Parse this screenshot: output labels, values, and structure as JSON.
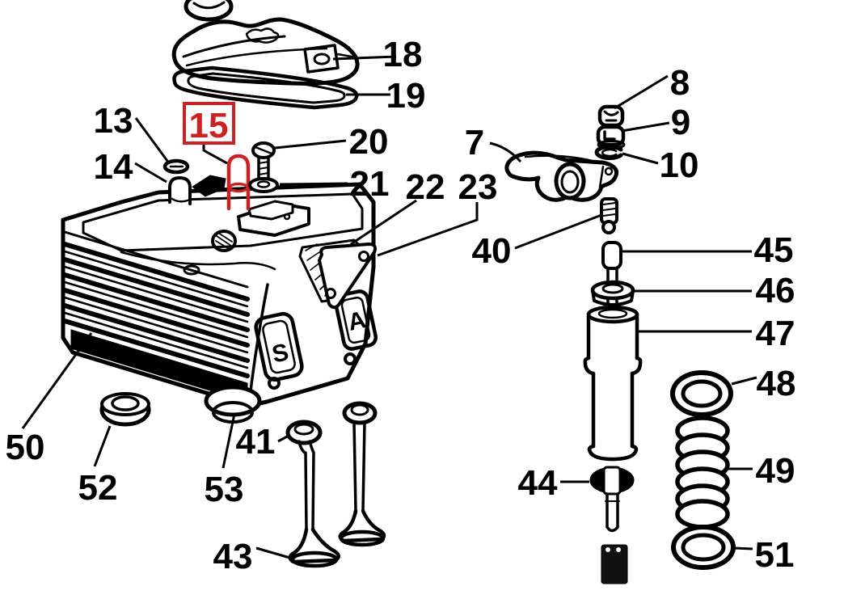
{
  "diagram": {
    "kind": "exploded-parts-diagram",
    "background_color": "#ffffff",
    "line_color": "#000000",
    "highlight_color": "#cc2222",
    "highlighted_callout": "15",
    "port_markings": {
      "exhaust": "S",
      "intake": "A"
    },
    "callouts": [
      {
        "number": "18"
      },
      {
        "number": "19"
      },
      {
        "number": "13"
      },
      {
        "number": "15",
        "highlighted": true
      },
      {
        "number": "20"
      },
      {
        "number": "14"
      },
      {
        "number": "21"
      },
      {
        "number": "22"
      },
      {
        "number": "23"
      },
      {
        "number": "7"
      },
      {
        "number": "8"
      },
      {
        "number": "9"
      },
      {
        "number": "10"
      },
      {
        "number": "40"
      },
      {
        "number": "45"
      },
      {
        "number": "46"
      },
      {
        "number": "47"
      },
      {
        "number": "48"
      },
      {
        "number": "49"
      },
      {
        "number": "44"
      },
      {
        "number": "51"
      },
      {
        "number": "50"
      },
      {
        "number": "52"
      },
      {
        "number": "53"
      },
      {
        "number": "41"
      },
      {
        "number": "43"
      }
    ]
  }
}
